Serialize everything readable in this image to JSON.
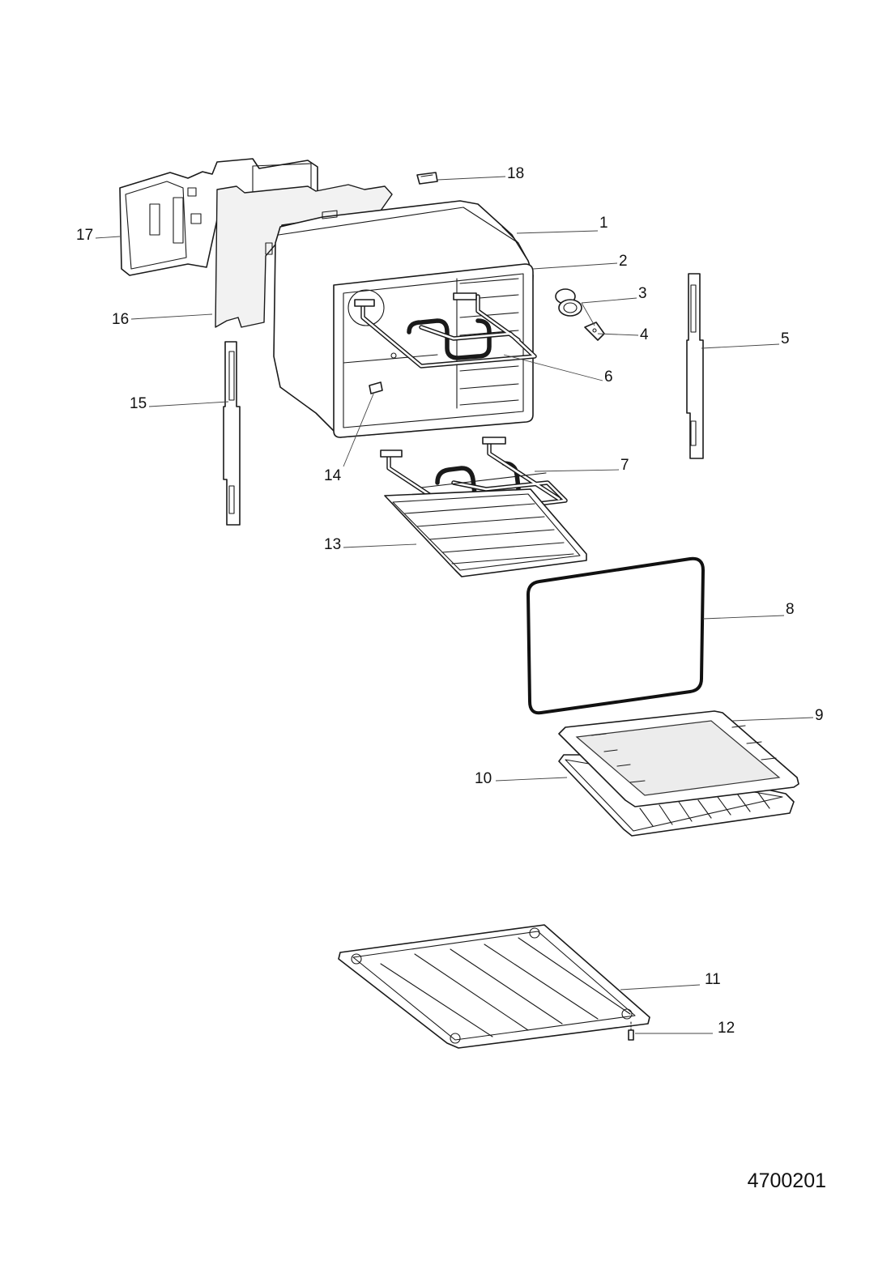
{
  "callouts": [
    {
      "id": "c1",
      "label": "1"
    },
    {
      "id": "c2",
      "label": "2"
    },
    {
      "id": "c3",
      "label": "3"
    },
    {
      "id": "c4",
      "label": "4"
    },
    {
      "id": "c5",
      "label": "5"
    },
    {
      "id": "c6",
      "label": "6"
    },
    {
      "id": "c7",
      "label": "7"
    },
    {
      "id": "c8",
      "label": "8"
    },
    {
      "id": "c9",
      "label": "9"
    },
    {
      "id": "c10",
      "label": "10"
    },
    {
      "id": "c11",
      "label": "11"
    },
    {
      "id": "c12",
      "label": "12"
    },
    {
      "id": "c13",
      "label": "13"
    },
    {
      "id": "c14",
      "label": "14"
    },
    {
      "id": "c15",
      "label": "15"
    },
    {
      "id": "c16",
      "label": "16"
    },
    {
      "id": "c17",
      "label": "17"
    },
    {
      "id": "c18",
      "label": "18"
    }
  ],
  "document_number": "4700201",
  "colors": {
    "line": "#1a1a1a",
    "background": "#ffffff",
    "shade": "#f2f2f2"
  }
}
